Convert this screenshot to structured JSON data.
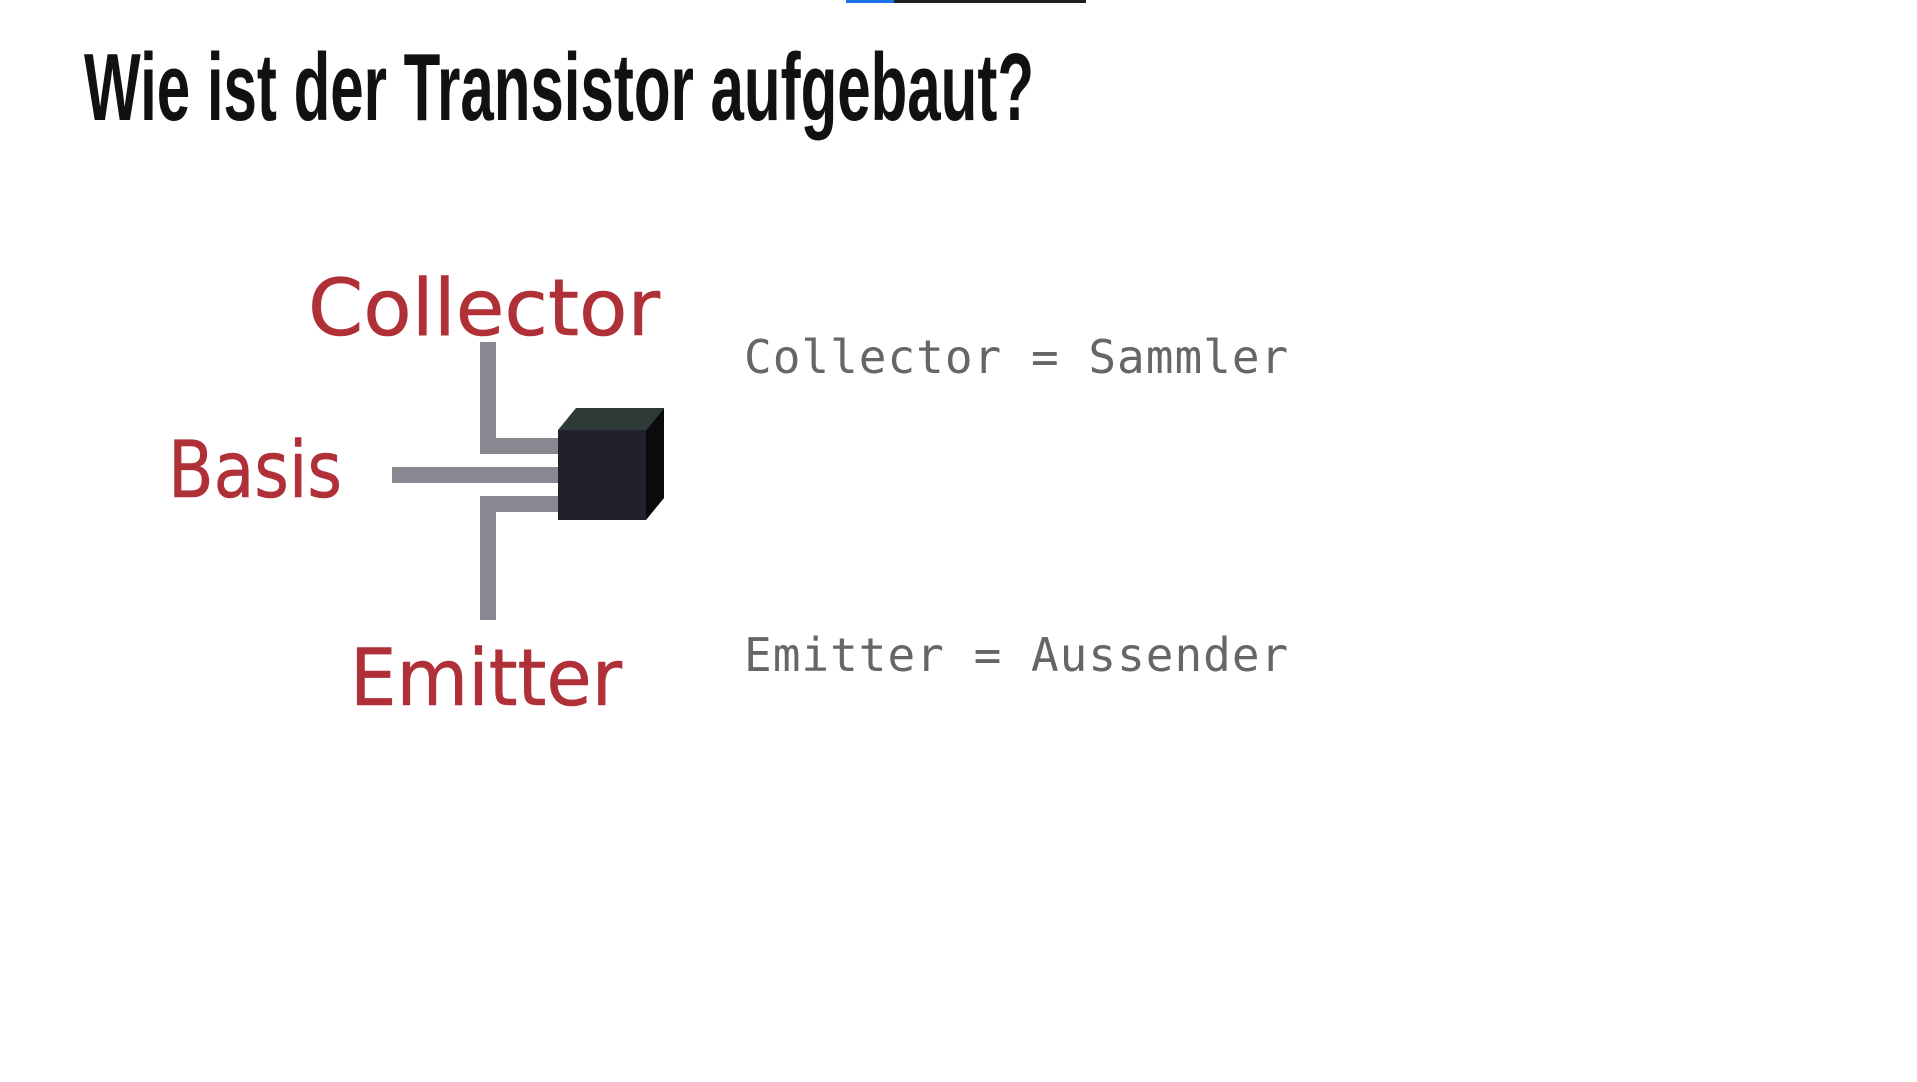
{
  "slide": {
    "title": "Wie ist der Transistor aufgebaut?",
    "progress_fraction": 0.2
  },
  "diagram": {
    "labels": {
      "collector": "Collector",
      "basis": "Basis",
      "emitter": "Emitter"
    },
    "colors": {
      "label": "#b03038",
      "lead": "#8a8790",
      "body": "#23202e",
      "body_top": "#2e3a36"
    }
  },
  "terms": [
    {
      "term": "Collector",
      "separator": "=",
      "translation": "Sammler"
    },
    {
      "term": "Emitter",
      "separator": "=",
      "translation": "Aussender"
    }
  ]
}
